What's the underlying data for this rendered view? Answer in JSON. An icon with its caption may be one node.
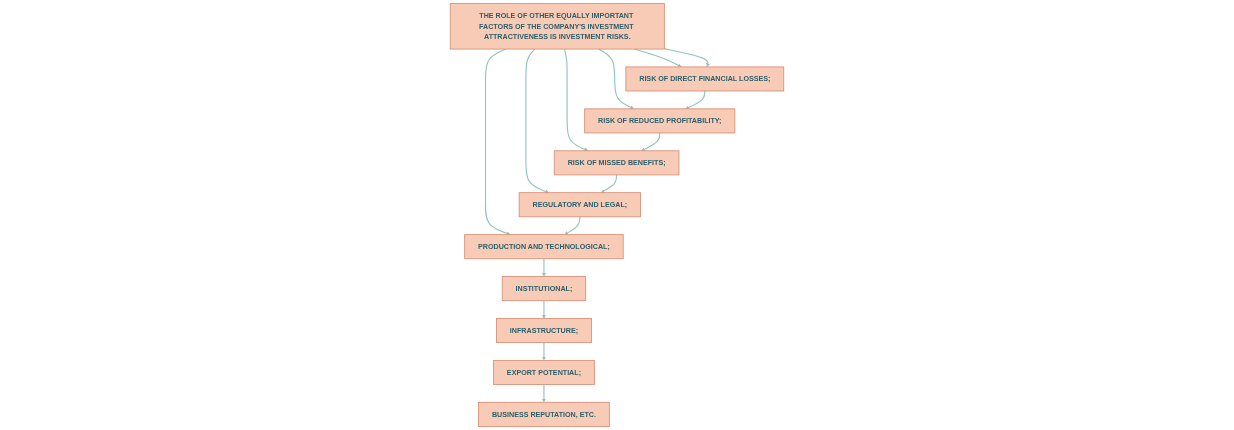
{
  "diagram": {
    "nodes": [
      {
        "text": [
          "THE ROLE OF OTHER EQUALLY IMPORTANT FACTORS OF THE COMPANY'S INVESTMENT ATTRACTIVENESS IS INVESTMENT RISKS."
        ]
      },
      {
        "text": [
          "RISK OF DIRECT FINANCIAL LOSSES;"
        ]
      },
      {
        "text": [
          "RISK OF REDUCED PROFITABILITY;"
        ]
      },
      {
        "text": [
          "RISK OF MISSED BENEFITS;"
        ]
      },
      {
        "text": [
          "REGULATORY AND LEGAL;"
        ]
      },
      {
        "text": [
          "PRODUCTION AND TECHNOLOGICAL;"
        ]
      },
      {
        "text": [
          "INSTITUTIONAL;"
        ]
      },
      {
        "text": [
          "INFRASTRUCTURE;"
        ]
      },
      {
        "text": [
          "EXPORT POTENTIAL;"
        ]
      },
      {
        "text": [
          "BUSINESS REPUTATION, ETC."
        ]
      }
    ],
    "edges": [
      {
        "from": 0,
        "to": 1,
        "arrow": "to"
      },
      {
        "from": 0,
        "to": 1,
        "arrow": "to"
      },
      {
        "from": 0,
        "to": 2,
        "arrow": "to"
      },
      {
        "from": 0,
        "to": 3,
        "arrow": "to"
      },
      {
        "from": 0,
        "to": 4,
        "arrow": "to"
      },
      {
        "from": 0,
        "to": 5,
        "arrow": "to"
      },
      {
        "from": 1,
        "to": 2,
        "arrow": "to"
      },
      {
        "from": 2,
        "to": 3,
        "arrow": "to"
      },
      {
        "from": 3,
        "to": 4,
        "arrow": "to"
      },
      {
        "from": 4,
        "to": 5,
        "arrow": "to"
      },
      {
        "from": 5,
        "to": 6,
        "arrow": "to"
      },
      {
        "from": 6,
        "to": 7,
        "arrow": "to"
      },
      {
        "from": 7,
        "to": 8,
        "arrow": "to"
      },
      {
        "from": 8,
        "to": 9,
        "arrow": "to"
      }
    ]
  }
}
